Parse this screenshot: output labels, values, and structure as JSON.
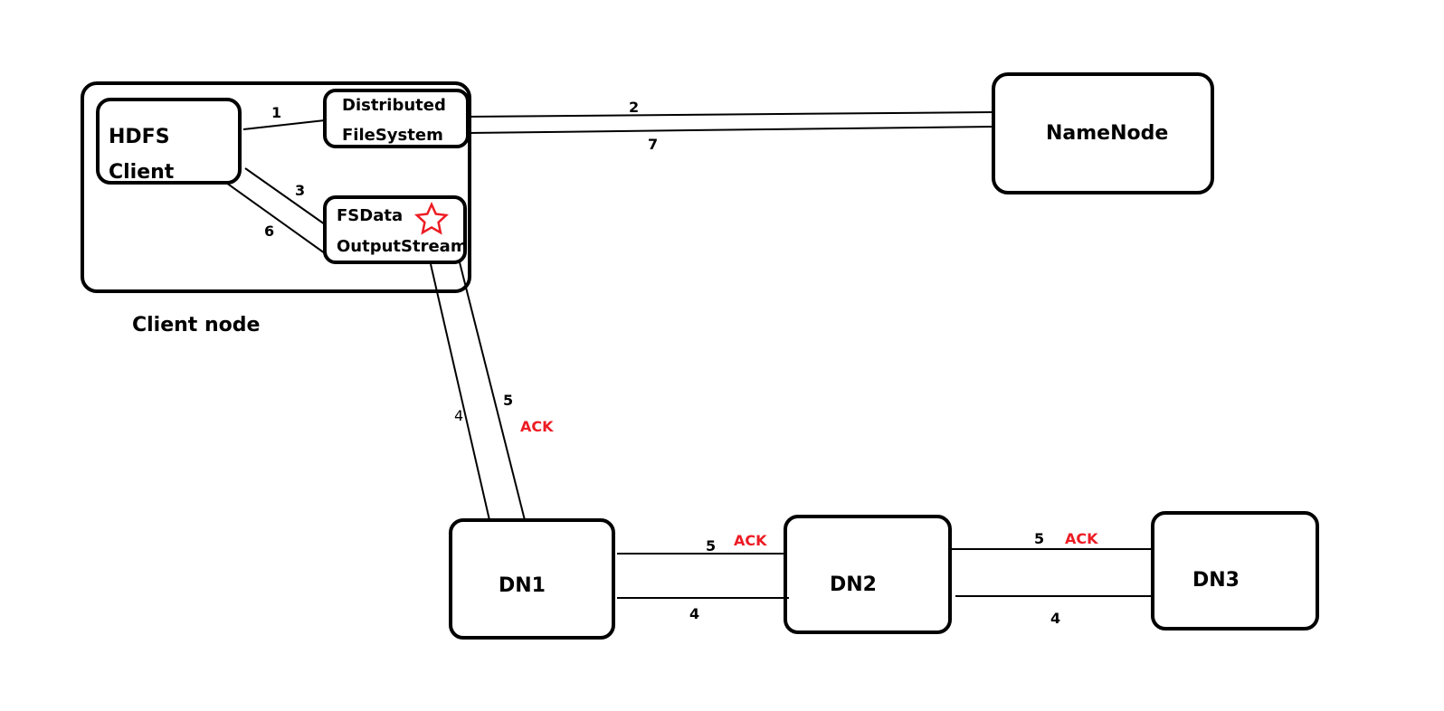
{
  "nodes": {
    "client_node_label": "Client node",
    "hdfs_client": {
      "line1": "HDFS",
      "line2": "Client"
    },
    "distributed_filesystem": {
      "line1": "Distributed",
      "line2": "FileSystem"
    },
    "fsdata_outputstream": {
      "line1": "FSData",
      "line2": "OutputStream"
    },
    "namenode": "NameNode",
    "dn1": "DN1",
    "dn2": "DN2",
    "dn3": "DN3"
  },
  "edges": {
    "step1": "1",
    "step2": "2",
    "step3": "3",
    "step4_client": "4",
    "step5_client": "5",
    "ack_client": "ACK",
    "step6": "6",
    "step7": "7",
    "step5_dn12": "5",
    "ack_dn12": "ACK",
    "step4_dn12": "4",
    "step5_dn23": "5",
    "ack_dn23": "ACK",
    "step4_dn23": "4"
  },
  "colors": {
    "ack": "#ed1c24",
    "star": "#ed1c24",
    "stroke": "#000000"
  }
}
